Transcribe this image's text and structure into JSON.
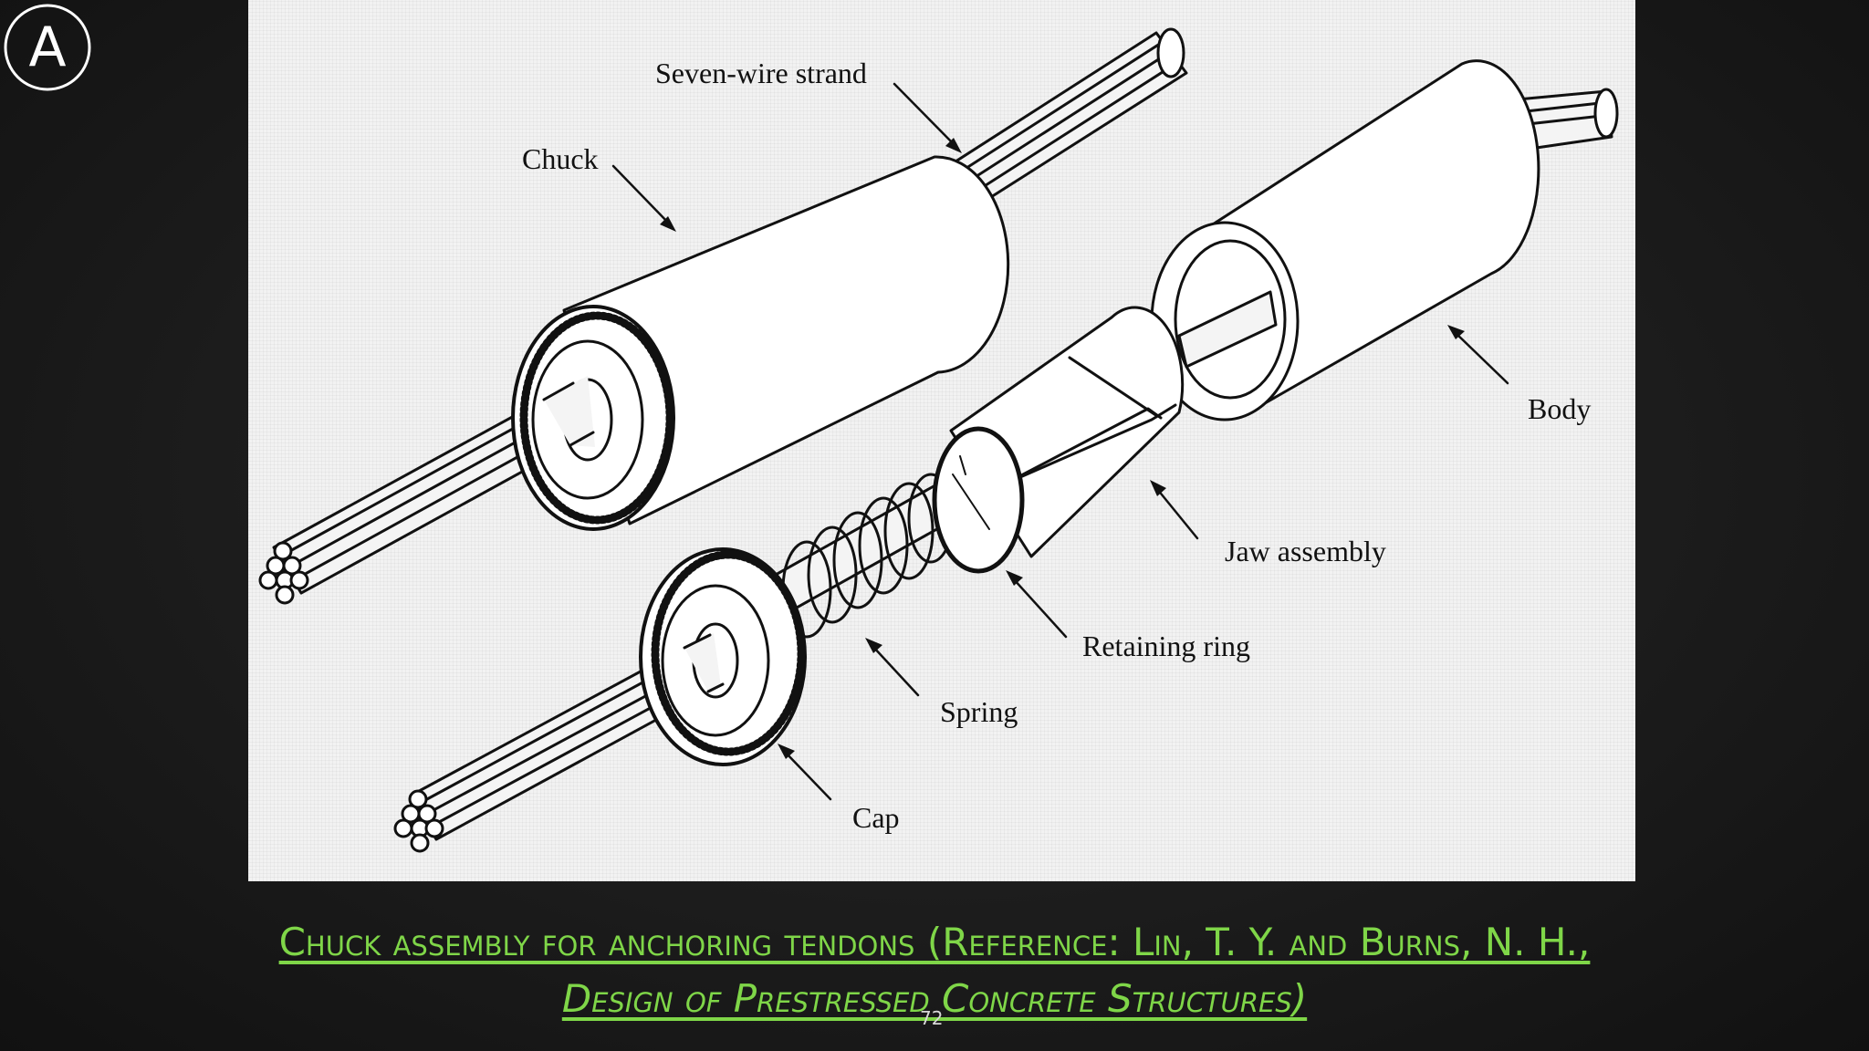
{
  "logo": {
    "letter": "A",
    "icon": "a-circle-logo-icon"
  },
  "figure": {
    "labels": {
      "seven_wire_strand": "Seven-wire strand",
      "chuck": "Chuck",
      "body": "Body",
      "jaw_assembly": "Jaw assembly",
      "retaining_ring": "Retaining ring",
      "spring": "Spring",
      "cap": "Cap"
    }
  },
  "caption": {
    "line1": "Chuck assembly for anchoring tendons (Reference: Lin, T. Y. and Burns, N. H.,",
    "line2": "Design of Prestressed Concrete Structures)"
  },
  "page_number": "72"
}
